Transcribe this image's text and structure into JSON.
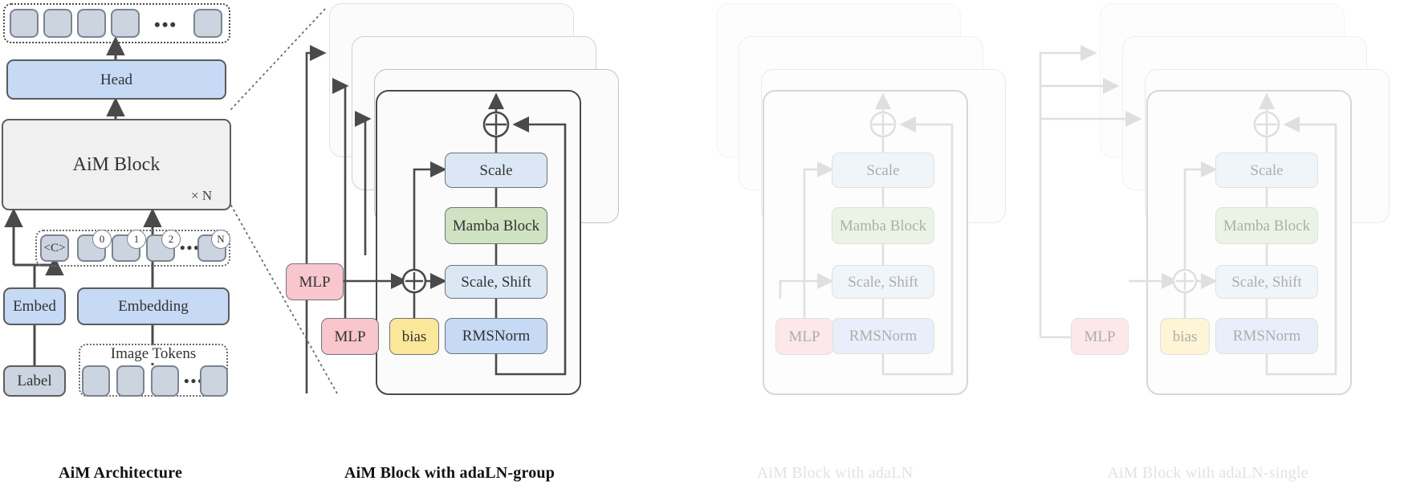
{
  "figure": {
    "title": "AiM architecture and adaLN block variants",
    "panels": [
      {
        "id": "arch",
        "caption": "AiM Architecture",
        "faded": false
      },
      {
        "id": "adaln_group",
        "caption": "AiM Block with adaLN-group",
        "faded": false
      },
      {
        "id": "adaln",
        "caption": "AiM Block with adaLN",
        "faded": true
      },
      {
        "id": "adaln_single",
        "caption": "AiM Block with adaLN-single",
        "faded": true
      }
    ]
  },
  "architecture": {
    "output_tokens": {
      "count_shown": 4,
      "ellipsis": "•••",
      "last_label": ""
    },
    "head": "Head",
    "aim_block": "AiM Block",
    "repeat": "× N",
    "sequence_tokens": {
      "class_token": "<C>",
      "indices": [
        "0",
        "1",
        "2",
        "N"
      ],
      "ellipsis": "•••"
    },
    "embed": "Embed",
    "embedding": "Embedding",
    "image_tokens_label": "Image Tokens",
    "label": "Label",
    "image_token_ellipsis": "•••"
  },
  "block": {
    "scale": "Scale",
    "mamba": "Mamba Block",
    "scale_shift": "Scale, Shift",
    "rmsnorm": "RMSNorm",
    "mlp": "MLP",
    "mlp2": "MLP",
    "bias": "bias",
    "plus": "⊕"
  },
  "colors": {
    "scale": "#dbe7f4",
    "mamba": "#cfe2c2",
    "rmsnorm": "#c6d9f5",
    "mlp": "#f9c6cd",
    "bias": "#fbe79a",
    "token": "#ccd4df",
    "head": "#c6d9f5",
    "aim_block": "#f0f0f0",
    "stroke_dark": "#4a4a4a",
    "stroke_light": "#b0b0b0",
    "caption_dark": "#111111",
    "caption_light": "#b9b9b9"
  }
}
